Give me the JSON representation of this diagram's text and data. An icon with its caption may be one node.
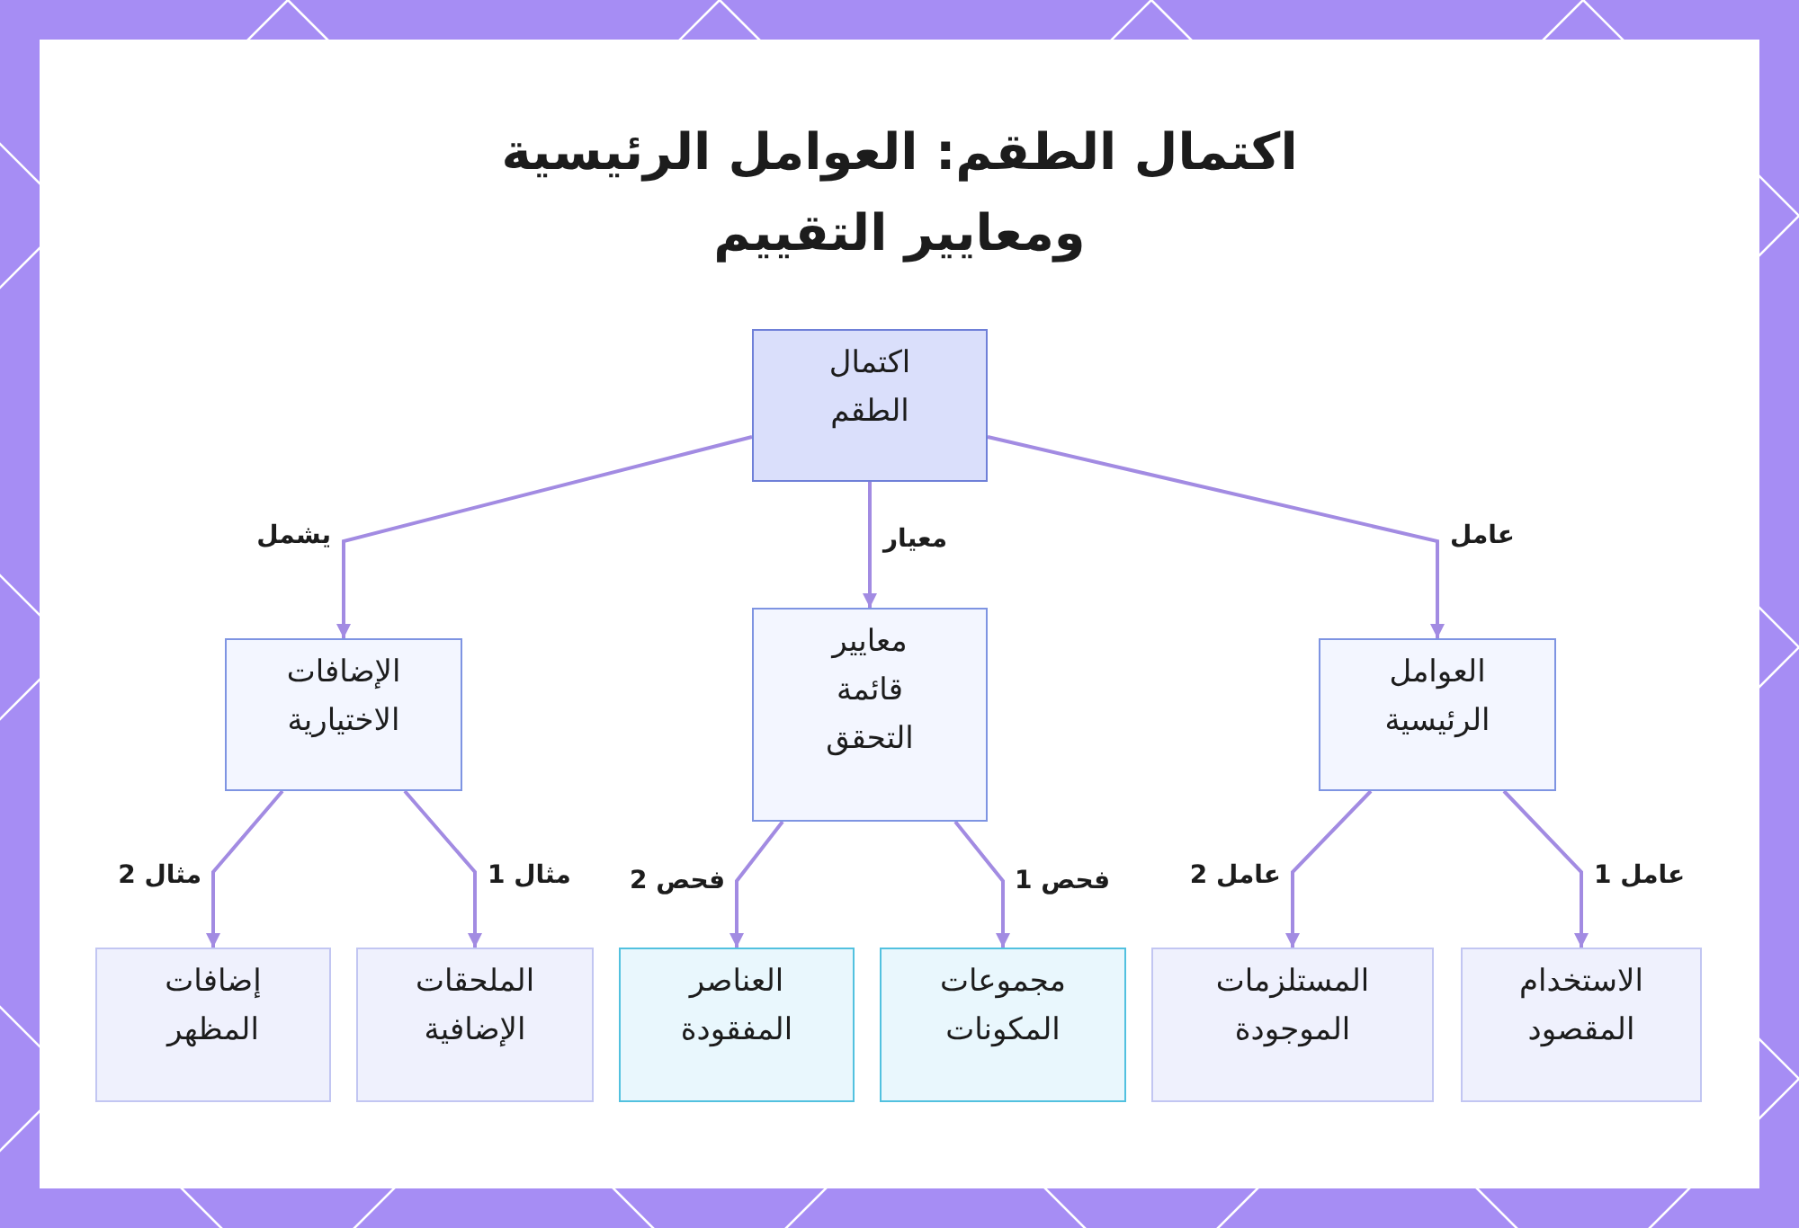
{
  "diagram": {
    "title": "اكتمال الطقم: العوامل الرئيسية ومعايير التقييم",
    "nodes": [
      {
        "text": [
          "اكتمال الطقم"
        ]
      },
      {
        "text": [
          "العوامل الرئيسية"
        ]
      },
      {
        "text": [
          "معايير قائمة التحقق"
        ]
      },
      {
        "text": [
          "الإضافات الاختيارية"
        ]
      },
      {
        "text": [
          "الاستخدام المقصود"
        ]
      },
      {
        "text": [
          "المستلزمات الموجودة"
        ]
      },
      {
        "text": [
          "مجموعات المكونات"
        ]
      },
      {
        "text": [
          "العناصر المفقودة"
        ]
      },
      {
        "text": [
          "الملحقات الإضافية"
        ]
      },
      {
        "text": [
          "إضافات المظهر"
        ]
      }
    ],
    "edges": [
      {
        "from": 0,
        "to": 1,
        "arrow": "to",
        "label": "عامل"
      },
      {
        "from": 0,
        "to": 2,
        "arrow": "to",
        "label": "معيار"
      },
      {
        "from": 0,
        "to": 3,
        "arrow": "to",
        "label": "يشمل"
      },
      {
        "from": 1,
        "to": 4,
        "arrow": "to",
        "label": "عامل 1"
      },
      {
        "from": 1,
        "to": 5,
        "arrow": "to",
        "label": "عامل 2"
      },
      {
        "from": 2,
        "to": 6,
        "arrow": "to",
        "label": "فحص 1"
      },
      {
        "from": 2,
        "to": 7,
        "arrow": "to",
        "label": "فحص 2"
      },
      {
        "from": 3,
        "to": 8,
        "arrow": "to",
        "label": "مثال 1"
      },
      {
        "from": 3,
        "to": 9,
        "arrow": "to",
        "label": "مثال 2"
      }
    ]
  }
}
